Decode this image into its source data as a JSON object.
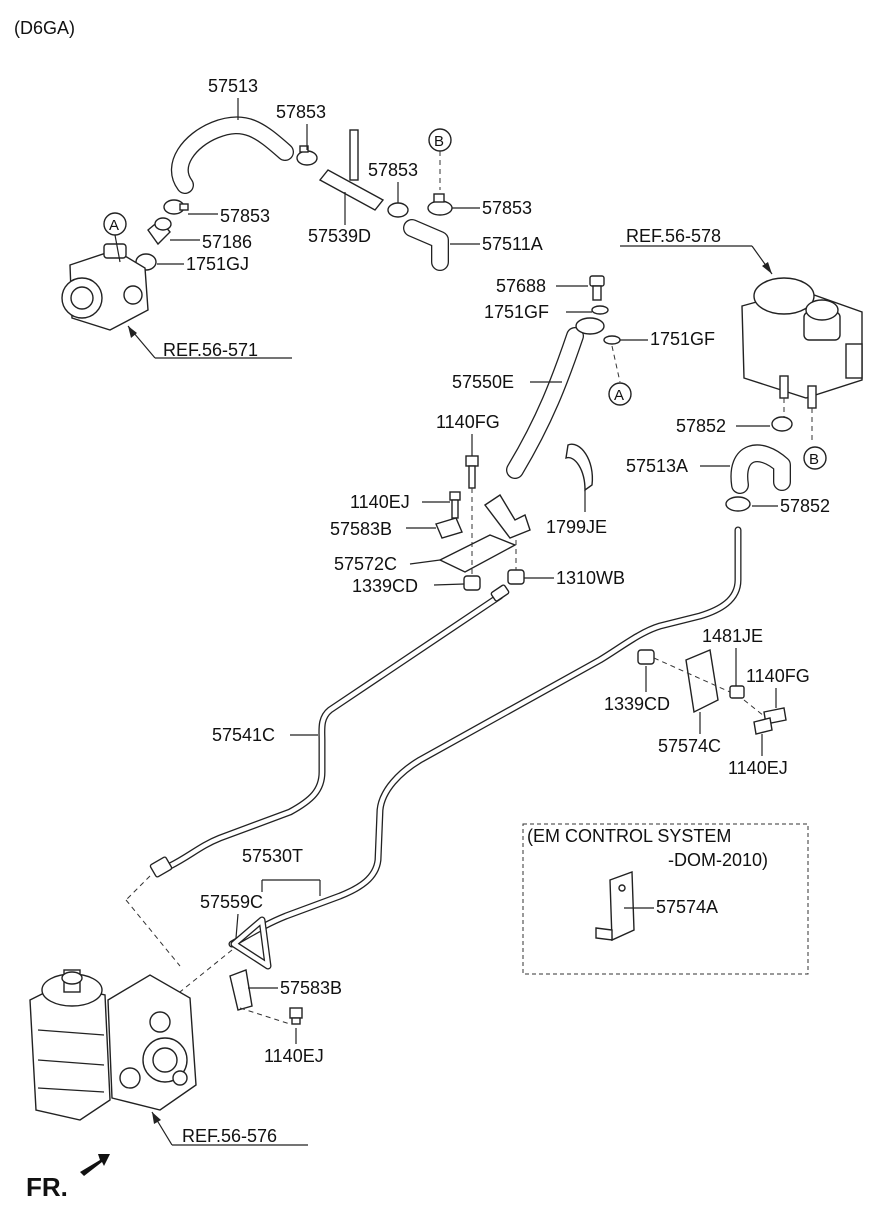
{
  "header": {
    "engine_code": "(D6GA)"
  },
  "references": {
    "pump_top": "REF.56-571",
    "reservoir": "REF.56-578",
    "pump_bottom": "REF.56-576"
  },
  "circle_markers": {
    "a": "A",
    "b": "B"
  },
  "labels": {
    "p57513": "57513",
    "p57853_a": "57853",
    "p57853_b": "57853",
    "p57853_c": "57853",
    "p57853_d": "57853",
    "p57186": "57186",
    "p1751GJ": "1751GJ",
    "p57539D": "57539D",
    "p57511A": "57511A",
    "p57688": "57688",
    "p1751GF_a": "1751GF",
    "p1751GF_b": "1751GF",
    "p57550E": "57550E",
    "p1140FG_a": "1140FG",
    "p1140EJ_a": "1140EJ",
    "p57583B_a": "57583B",
    "p57572C": "57572C",
    "p1339CD_a": "1339CD",
    "p1310WB": "1310WB",
    "p1799JE": "1799JE",
    "p57852_a": "57852",
    "p57513A": "57513A",
    "p57852_b": "57852",
    "p1481JE": "1481JE",
    "p1140FG_b": "1140FG",
    "p1339CD_b": "1339CD",
    "p57574C": "57574C",
    "p1140EJ_b": "1140EJ",
    "p57541C": "57541C",
    "p57530T": "57530T",
    "p57559C": "57559C",
    "p57583B_b": "57583B",
    "p1140EJ_c": "1140EJ",
    "p57574A": "57574A"
  },
  "em_box": {
    "line1": "(EM CONTROL SYSTEM",
    "line2": "-DOM-2010)"
  },
  "footer": {
    "direction": "FR."
  }
}
